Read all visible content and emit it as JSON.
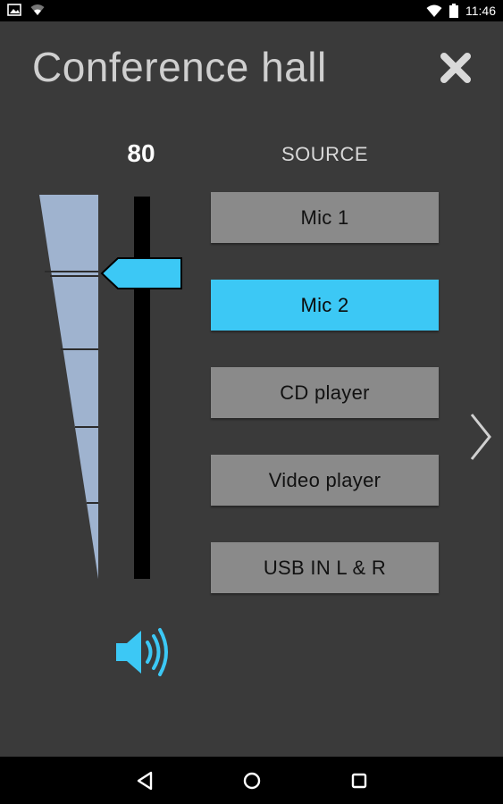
{
  "status_bar": {
    "time": "11:46",
    "left_icons": [
      "image-notification-icon",
      "wifi-notification-icon"
    ],
    "right_icons": [
      "wifi-icon",
      "battery-icon"
    ]
  },
  "header": {
    "title": "Conference hall",
    "close_icon": "close-icon"
  },
  "volume": {
    "value": "80",
    "level_percent": 80
  },
  "source": {
    "label": "SOURCE",
    "items": [
      {
        "label": "Mic 1",
        "active": false
      },
      {
        "label": "Mic 2",
        "active": true
      },
      {
        "label": "CD player",
        "active": false
      },
      {
        "label": "Video player",
        "active": false
      },
      {
        "label": "USB IN L & R",
        "active": false
      }
    ]
  },
  "controls": {
    "next_icon": "chevron-right-icon",
    "speaker_icon": "speaker-icon"
  },
  "navigation": {
    "back_icon": "back-triangle-icon",
    "home_icon": "home-circle-icon",
    "recents_icon": "recents-square-icon"
  },
  "colors": {
    "accent": "#3cc8f5",
    "button": "#8a8a8a",
    "background": "#3a3a3a",
    "meter": "#9fb3cf",
    "title": "#cfcfcf"
  }
}
